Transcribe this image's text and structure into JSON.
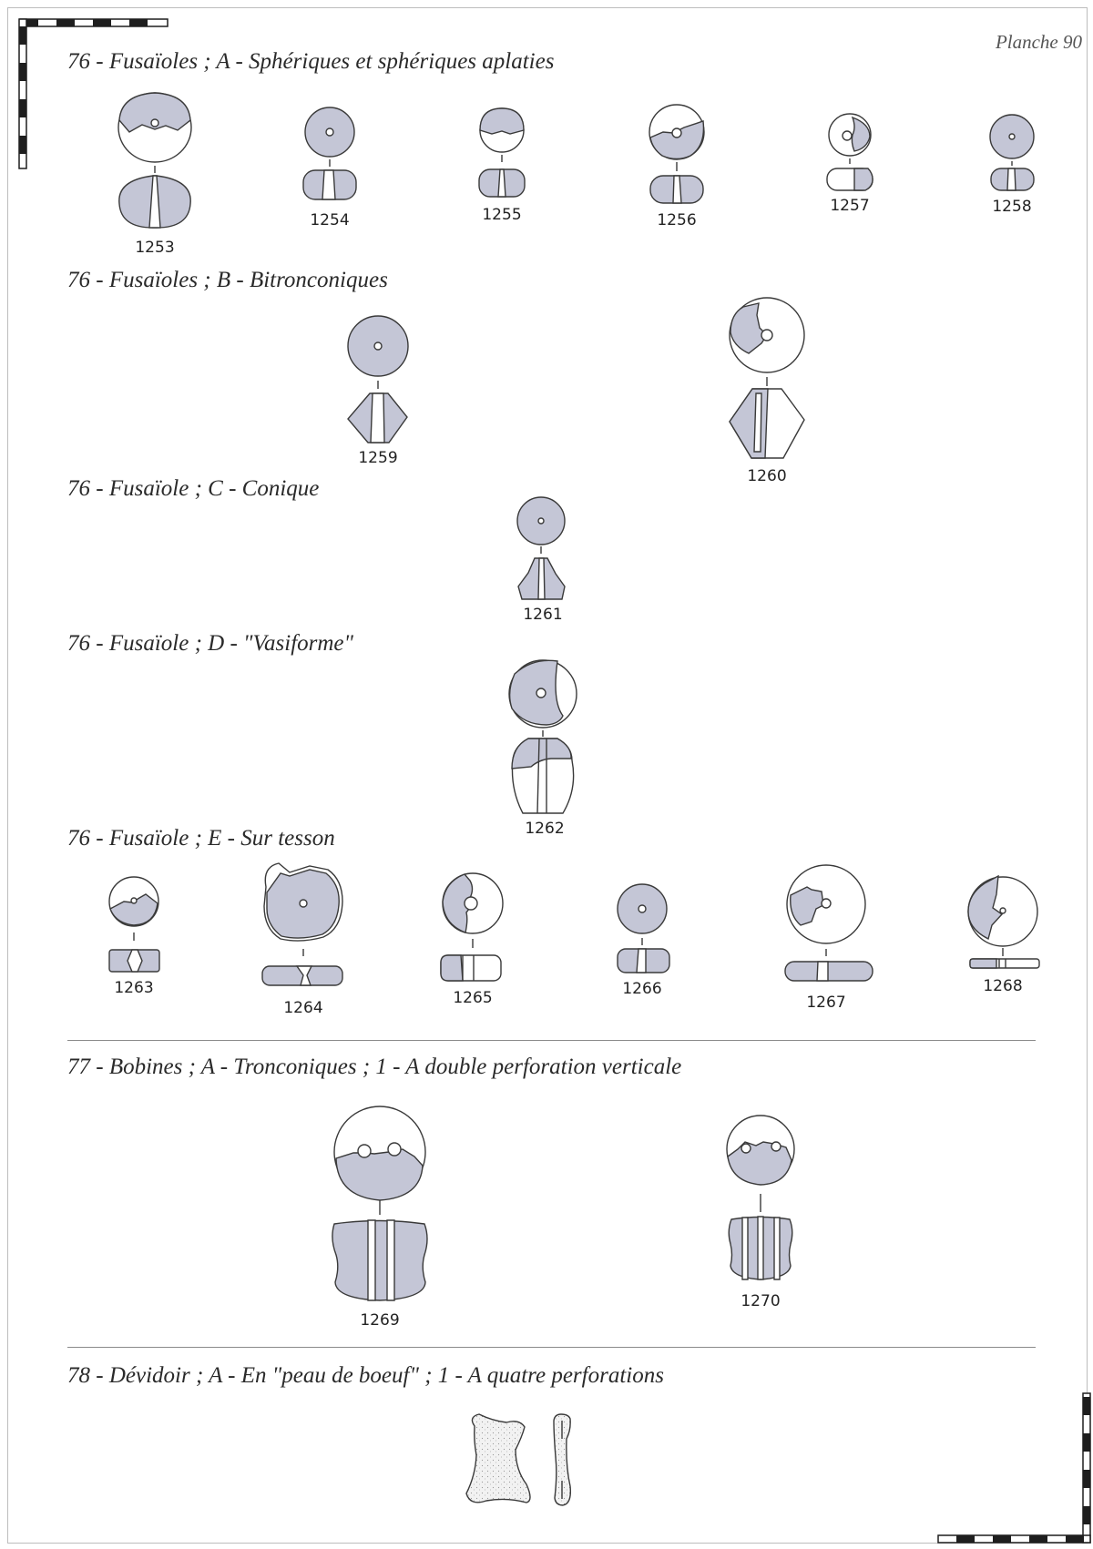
{
  "plate": {
    "title": "Planche 90"
  },
  "sections": [
    {
      "id": "76A",
      "heading": "76 - Fusaïoles ; A - Sphériques et sphériques aplaties"
    },
    {
      "id": "76B",
      "heading": "76 - Fusaïoles ; B - Bitronconiques"
    },
    {
      "id": "76C",
      "heading": "76 - Fusaïole ; C - Conique"
    },
    {
      "id": "76D",
      "heading": "76 - Fusaïole ; D - \"Vasiforme\""
    },
    {
      "id": "76E",
      "heading": "76 - Fusaïole ; E - Sur tesson"
    },
    {
      "id": "77A1",
      "heading": "77 - Bobines ; A - Tronconiques ; 1 - A double perforation verticale"
    },
    {
      "id": "78A1",
      "heading": "78 - Dévidoir ; A - En \"peau de boeuf\" ; 1 - A quatre perforations"
    }
  ],
  "items": [
    "1253",
    "1254",
    "1255",
    "1256",
    "1257",
    "1258",
    "1259",
    "1260",
    "1261",
    "1262",
    "1263",
    "1264",
    "1265",
    "1266",
    "1267",
    "1268",
    "1269",
    "1270"
  ],
  "colors": {
    "fill": "#c4c6d6",
    "stroke": "#3a3a3a",
    "scale_bar": "#1e1e1e",
    "heading": "#2a2a2a"
  }
}
